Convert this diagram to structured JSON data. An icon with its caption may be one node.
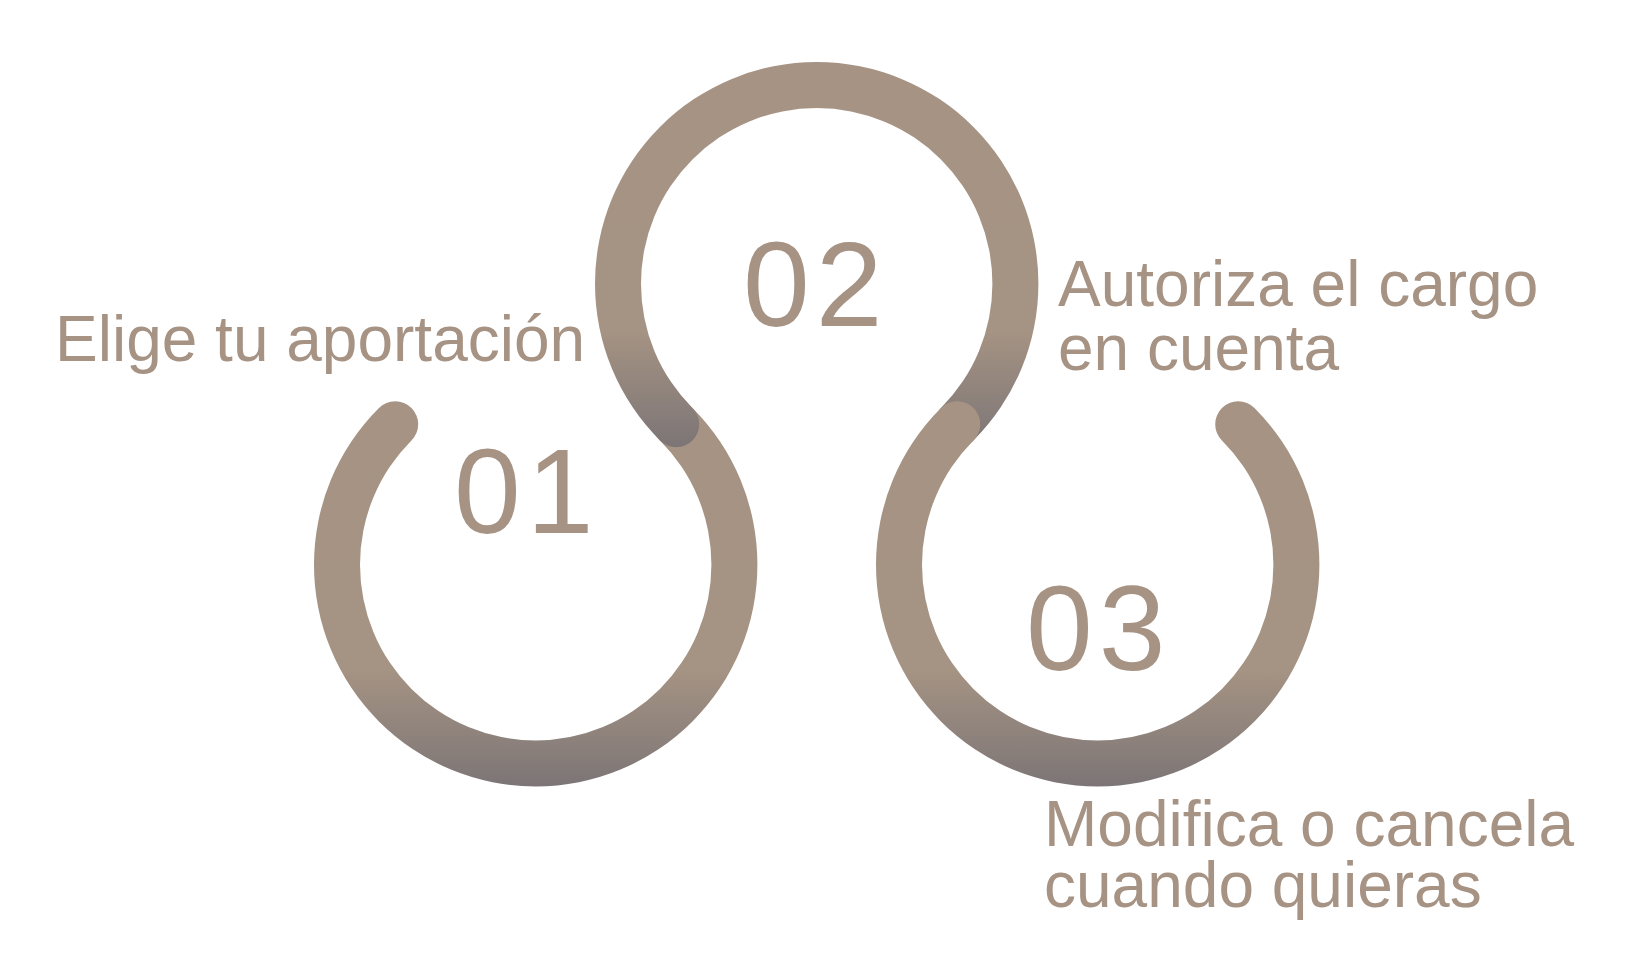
{
  "diagram": {
    "nodes": [
      {
        "text": [
          "01"
        ],
        "beside": [
          "Elige tu aportación"
        ]
      },
      {
        "text": [
          "02"
        ],
        "beside": [
          "Autoriza el cargo en cuenta"
        ]
      },
      {
        "text": [
          "03"
        ],
        "beside": [
          "Modifica o cancela cuando quieras"
        ]
      }
    ]
  }
}
